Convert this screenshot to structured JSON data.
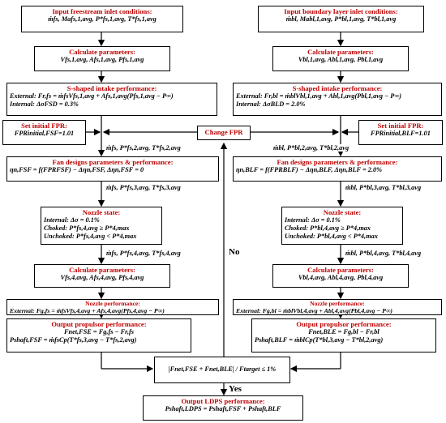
{
  "left": {
    "inlet_title": "Input freestream inlet conditions:",
    "inlet_eq": "ṁfs, Mafs,1,avg, P*fs,1,avg, T*fs,1,avg",
    "calc1_title": "Calculate parameters:",
    "calc1_eq": "Vfs,1,avg, Afs,1,avg, Pfs,1,avg",
    "intake_title": "S-shaped intake performance:",
    "intake_ext": "External: Fr,fs = ṁfsVfs,1,avg + Afs,1,avg(Pfs,1,avg − P∞)",
    "intake_int": "Internal: ΔσFSD = 0.3%",
    "fpr_title": "Set initial FPR:",
    "fpr_eq": "FPRinitial,FSF=1.01",
    "flow2": "ṁfs, P*fs,2,avg, T*fs,2,avg",
    "fan_title": "Fan designs parameters & performance:",
    "fan_eq": "ηn,FSF = f(FPRFSF) − Δηn,FSF, Δηn,FSF = 0",
    "flow3": "ṁfs, P*fs,3,avg, T*fs,3,avg",
    "nozzle_title": "Nozzle state:",
    "nozzle_int": "Internal: Δσ = 0.1%",
    "nozzle_choked": "Choked: P*fs,4,avg ≥ P*4,max",
    "nozzle_unchoked": "Unchoked: P*fs,4,avg < P*4,max",
    "flow4": "ṁfs, P*fs,4,avg, T*fs,4,avg",
    "calc2_title": "Calculate parameters:",
    "calc2_eq": "Vfs,4,avg, Afs,4,avg, Pfs,4,avg",
    "nperf_title": "Nozzle performance:",
    "nperf_eq": "External: Fg,fs = ṁfsVfs,4,avg + Afs,4,avg(Pfs,4,avg − P∞)",
    "out_title": "Output propulsor performance:",
    "out_eq1": "Fnet,FSE = Fg,fs − Fr,fs",
    "out_eq2": "Pshaft,FSF = ṁfsCp(T*fs,3,avg − T*fs,2,avg)"
  },
  "right": {
    "inlet_title": "Input boundary layer inlet conditions:",
    "inlet_eq": "ṁbl, Mabl,1,avg, P*bl,1,avg, T*bl,1,avg",
    "calc1_title": "Calculate parameters:",
    "calc1_eq": "Vbl,1,avg, Abl,1,avg, Pbl,1,avg",
    "intake_title": "S-shaped intake performance:",
    "intake_ext": "External: Fr,bl = ṁblVbl,1,avg + Abl,1,avg(Pbl,1,avg − P∞)",
    "intake_int": "Internal: ΔσBLD = 2.0%",
    "fpr_title": "Set initial FPR:",
    "fpr_eq": "FPRinitial,BLF=1.01",
    "flow2": "ṁbl, P*bl,2,avg, T*bl,2,avg",
    "fan_title": "Fan designs parameters & performance:",
    "fan_eq": "ηn,BLF = f(FPRBLF) − Δηn,BLF, Δηn,BLF = 2.0%",
    "flow3": "ṁbl, P*bl,3,avg, T*bl,3,avg",
    "nozzle_title": "Nozzle state:",
    "nozzle_int": "Internal: Δσ = 0.1%",
    "nozzle_choked": "Choked: P*bl,4,avg ≥ P*4,max",
    "nozzle_unchoked": "Unchoked: P*bl,4,avg < P*4,max",
    "flow4": "ṁbl, P*bl,4,avg, T*bl,4,avg",
    "calc2_title": "Calculate parameters:",
    "calc2_eq": "Vbl,4,avg, Abl,4,avg, Pbl,4,avg",
    "nperf_title": "Nozzle performance:",
    "nperf_eq": "External: Fg,bl = ṁblVbl,4,avg + Abl,4,avg(Pbl,4,avg − P∞)",
    "out_title": "Output propulsor performance:",
    "out_eq1": "Fnet,BLE = Fg,bl − Fr,bl",
    "out_eq2": "Pshaft,BLF = ṁblCp(T*bl,3,avg − T*bl,2,avg)"
  },
  "center": {
    "change_fpr": "Change FPR",
    "no_label": "No",
    "yes_label": "Yes",
    "condition": "|Fnet,FSE + Fnet,BLE| / Ftarget ≤ 1%",
    "final_title": "Output LDPS performance:",
    "final_eq": "Pshaft,LDPS = Pshaft,FSF + Pshaft,BLF"
  }
}
